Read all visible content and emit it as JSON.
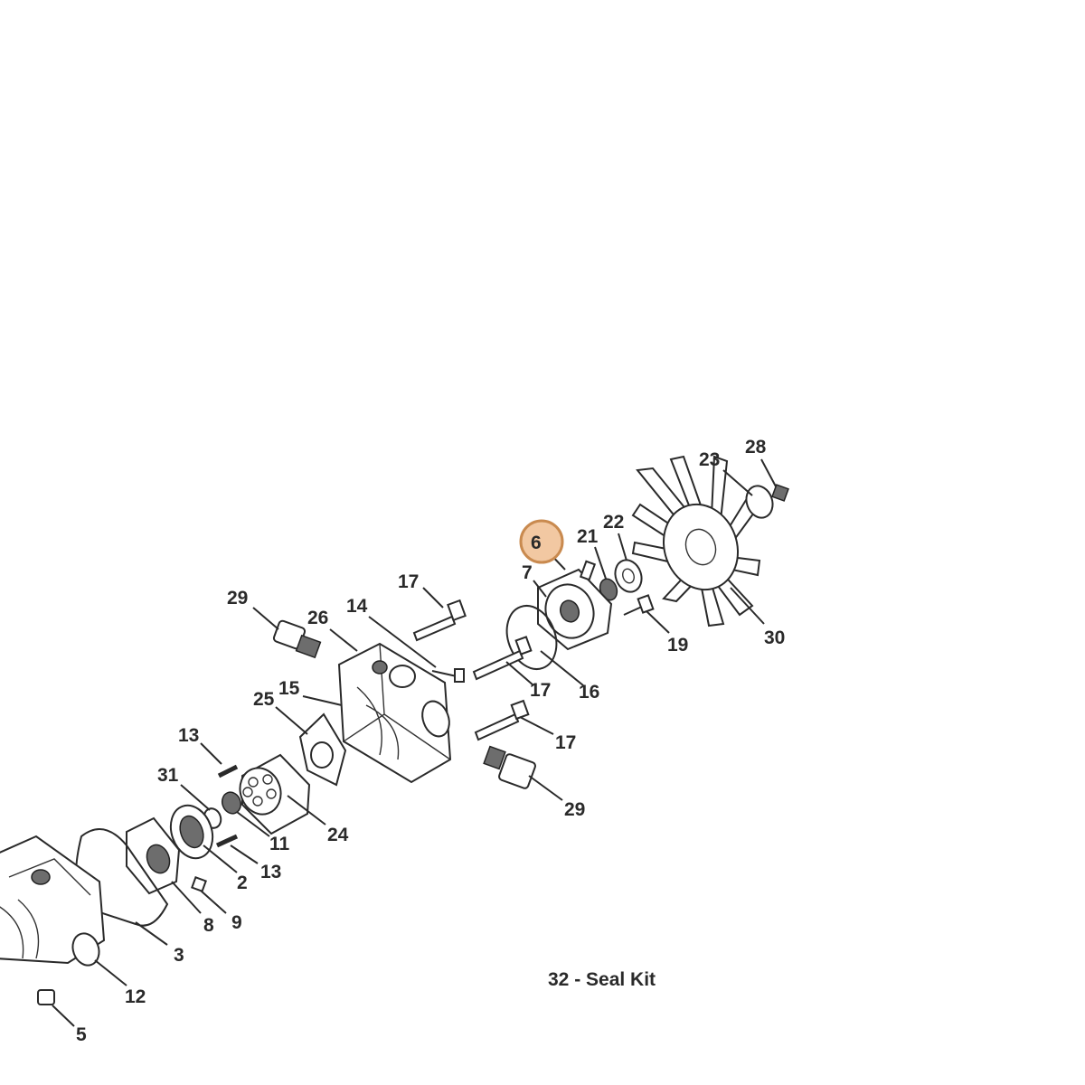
{
  "diagram": {
    "caption": "32 - Seal Kit",
    "highlighted_callout": "6",
    "highlight_color": "#f2c8a2",
    "highlight_stroke": "#c98a4f",
    "callouts": {
      "c28": "28",
      "c23": "23",
      "c22": "22",
      "c21": "21",
      "c6": "6",
      "c7": "7",
      "c17a": "17",
      "c14": "14",
      "c29a": "29",
      "c26": "26",
      "c15": "15",
      "c25": "25",
      "c17b": "17",
      "c16": "16",
      "c19": "19",
      "c30": "30",
      "c17c": "17",
      "c29b": "29",
      "c13a": "13",
      "c31": "31",
      "c11": "11",
      "c24": "24",
      "c2": "2",
      "c13b": "13",
      "c8": "8",
      "c9": "9",
      "c3": "3",
      "c12": "12",
      "c5": "5"
    }
  }
}
